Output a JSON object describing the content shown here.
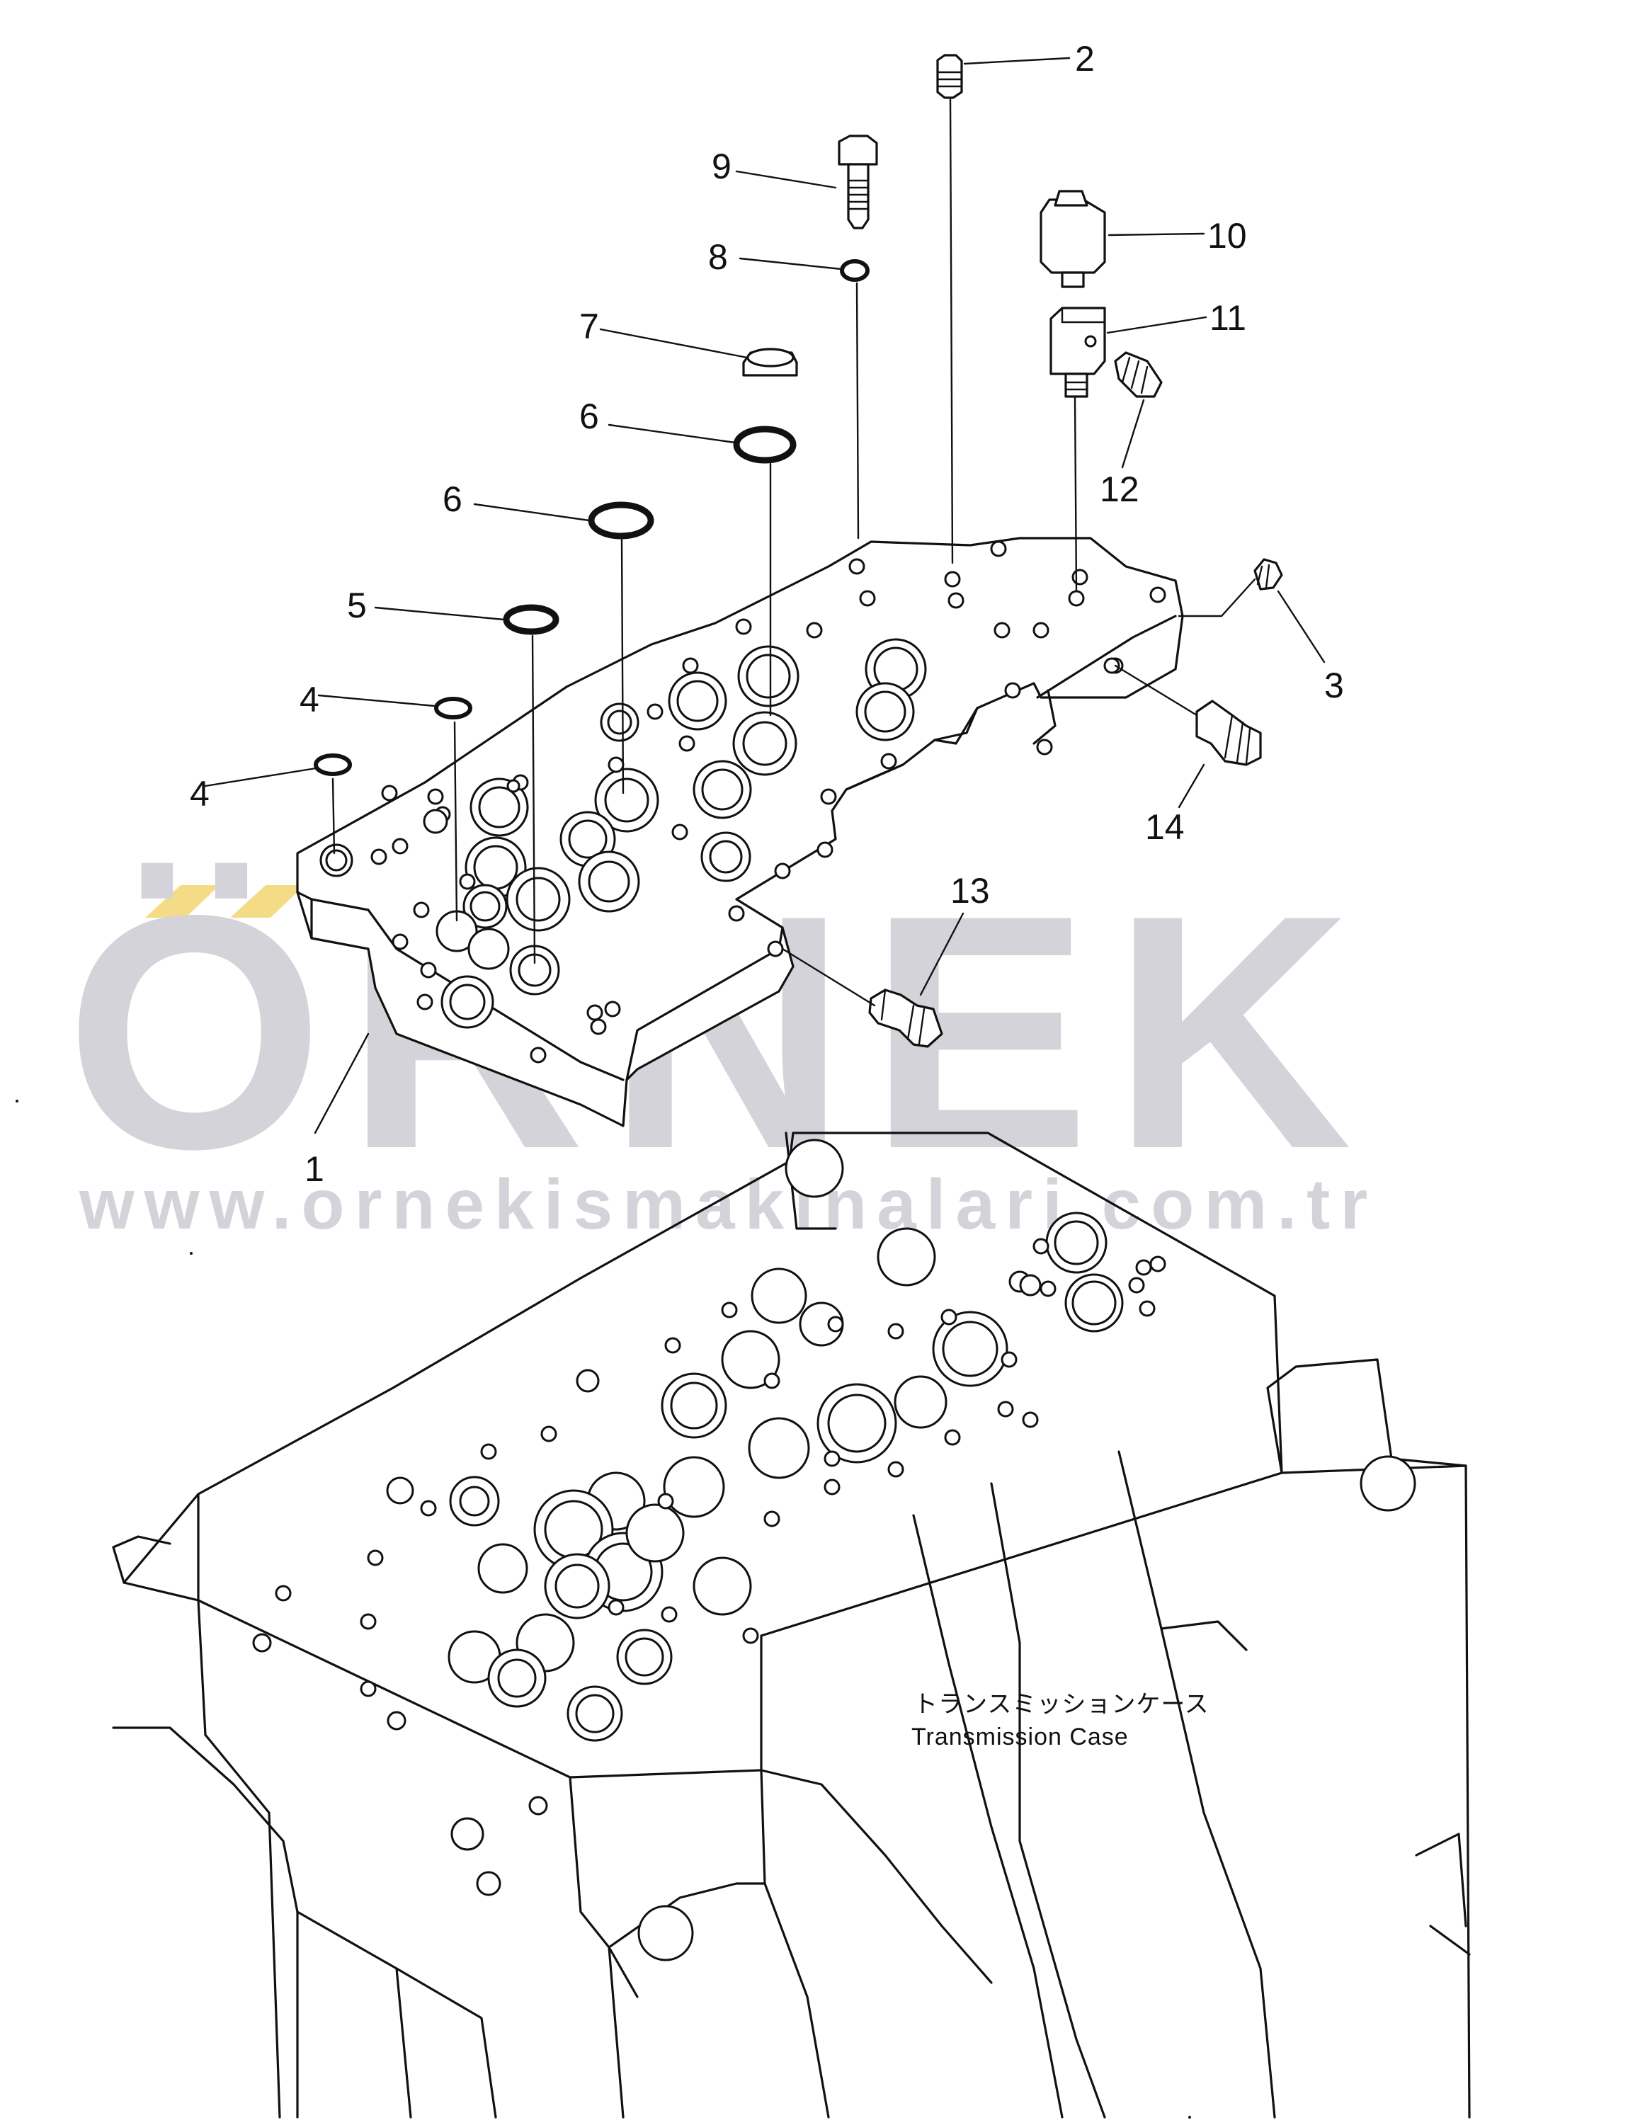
{
  "diagram": {
    "callouts": [
      {
        "id": "c1",
        "text": "1"
      },
      {
        "id": "c2",
        "text": "2"
      },
      {
        "id": "c3",
        "text": "3"
      },
      {
        "id": "c4a",
        "text": "4"
      },
      {
        "id": "c4b",
        "text": "4"
      },
      {
        "id": "c5",
        "text": "5"
      },
      {
        "id": "c6a",
        "text": "6"
      },
      {
        "id": "c6b",
        "text": "6"
      },
      {
        "id": "c7",
        "text": "7"
      },
      {
        "id": "c8",
        "text": "8"
      },
      {
        "id": "c9",
        "text": "9"
      },
      {
        "id": "c10",
        "text": "10"
      },
      {
        "id": "c11",
        "text": "11"
      },
      {
        "id": "c12",
        "text": "12"
      },
      {
        "id": "c13",
        "text": "13"
      },
      {
        "id": "c14",
        "text": "14"
      }
    ],
    "case_label_jp": "トランスミッションケース",
    "case_label_en": "Transmission Case"
  },
  "watermark": {
    "brand": "ÖRNEK",
    "url": "www.ornekismakinalari.com.tr",
    "color": "#d4d3d9",
    "accent": "#f4dc86"
  }
}
